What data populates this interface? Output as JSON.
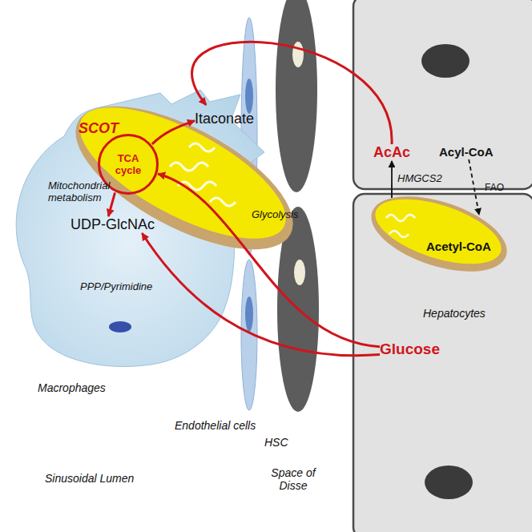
{
  "diagram": {
    "nodes": [
      {
        "text": [
          "Macrophages"
        ]
      },
      {
        "text": [
          "SCOT"
        ],
        "in": 0
      },
      {
        "text": [
          "TCA cycle"
        ],
        "in": 1
      },
      {
        "text": [
          "Itaconate"
        ],
        "in": 0
      },
      {
        "text": [
          "UDP-GlcNAc"
        ],
        "in": 0
      },
      {
        "text": [
          "AcAc"
        ]
      },
      {
        "text": [
          "Acyl-CoA"
        ]
      },
      {
        "text": [
          "Acetyl-CoA"
        ]
      },
      {
        "text": [
          "Glucose"
        ]
      }
    ],
    "edges": [
      {
        "from": 5,
        "to": 1,
        "arrow": "to"
      },
      {
        "from": 8,
        "to": 2,
        "label": "Glycolysis",
        "arrow": "to"
      },
      {
        "from": 8,
        "to": 4,
        "label": "PPP/Pyrimidine",
        "arrow": "to"
      },
      {
        "from": 2,
        "to": 3,
        "arrow": "to"
      },
      {
        "from": 2,
        "to": 4,
        "arrow": "to"
      },
      {
        "from": 7,
        "to": 5,
        "label": "HMGCS2",
        "arrow": "to"
      },
      {
        "from": 6,
        "to": 7,
        "label": "FAO",
        "arrow": "to"
      }
    ],
    "labels": [
      "Mitochondrial metabolism",
      "Endothelial cells",
      "HSC",
      "Sinusoidal Lumen",
      "Space of Disse",
      "Hepatocytes"
    ]
  }
}
